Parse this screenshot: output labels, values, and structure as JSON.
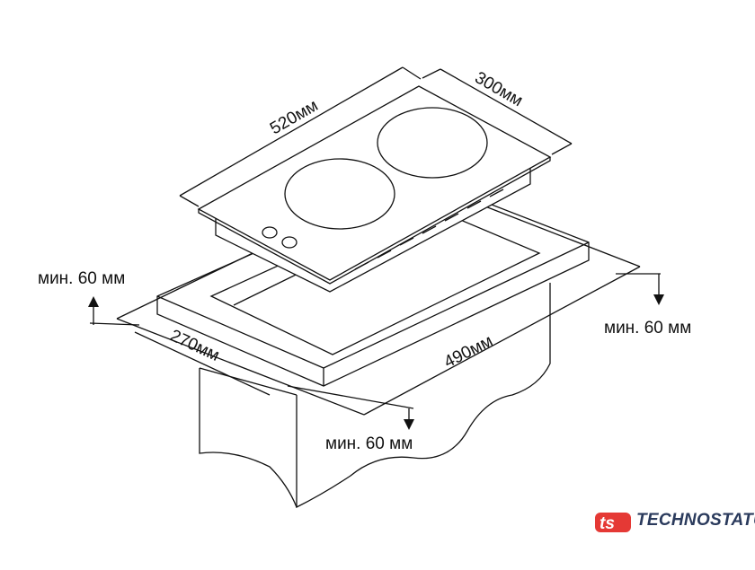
{
  "dimensions": {
    "hob_width": "520мм",
    "hob_depth": "300мм",
    "cutout_depth": "270мм",
    "cutout_width": "490мм",
    "min_clearance_left": "мин. 60 мм",
    "min_clearance_right": "мин. 60 мм",
    "min_clearance_front": "мин. 60 мм"
  },
  "logo": {
    "mark": "ts",
    "name": "TECHNOSTATUS",
    "mark_color": "#e53935",
    "text_color": "#2a3a5c"
  }
}
